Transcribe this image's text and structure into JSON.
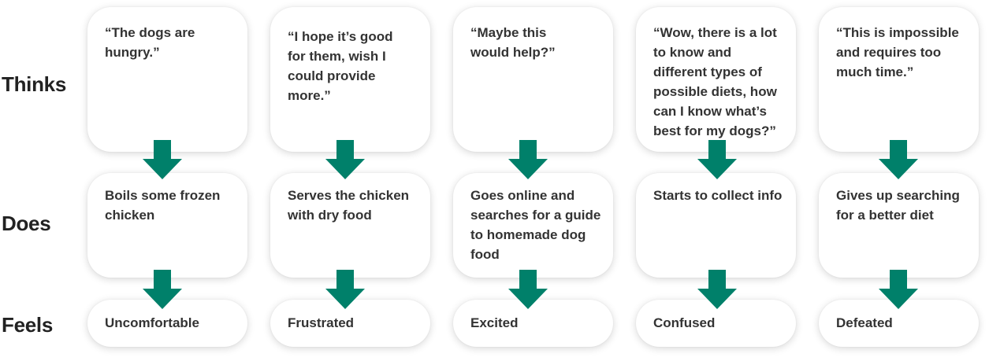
{
  "rows": {
    "thinks_label": "Thinks",
    "does_label": "Does",
    "feels_label": "Feels"
  },
  "columns": [
    {
      "thinks": "“The dogs are hungry.”",
      "does": "Boils some frozen chicken",
      "feels": "Uncomfortable"
    },
    {
      "thinks": "“I hope it’s good for them, wish I could provide more.”",
      "does": "Serves the chicken with dry food",
      "feels": "Frustrated"
    },
    {
      "thinks": "“Maybe this would help?”",
      "does": "Goes online and searches for a guide to homemade dog food",
      "feels": "Excited"
    },
    {
      "thinks": "“Wow, there is a lot to know and different types of possible diets, how can I know what’s best for my dogs?”",
      "does": "Starts to collect info",
      "feels": "Confused"
    },
    {
      "thinks": "“This is impossible and requires too much time.”",
      "does": "Gives up searching for a better diet",
      "feels": "Defeated"
    }
  ],
  "colors": {
    "arrow": "#00806a",
    "card_bg": "#ffffff",
    "text": "#333333"
  }
}
